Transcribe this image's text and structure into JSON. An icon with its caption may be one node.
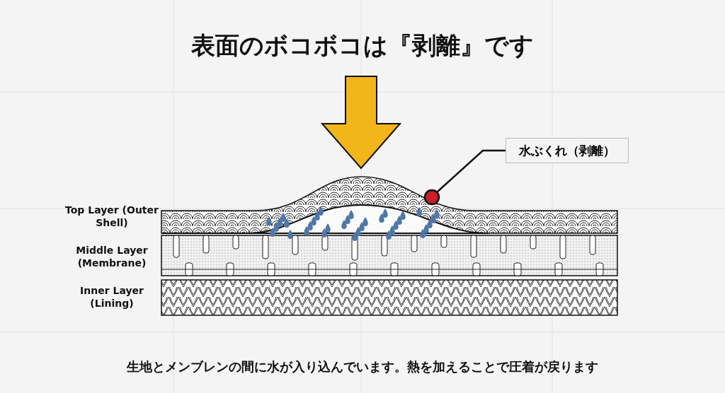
{
  "diagram": {
    "title": "表面のボコボコは『剥離』です",
    "caption": "生地とメンブレンの間に水が入り込んでいます。熱を加えることで圧着が戻ります",
    "nodes": [
      {
        "text": [
          "水ぶくれ（剥離）"
        ]
      },
      {
        "text": [],
        "shape": "circle"
      }
    ],
    "edges": [
      {
        "from": 0,
        "to": 1,
        "arrow": "none"
      }
    ],
    "labels": [
      "Top Layer (Outer Shell)",
      "Middle Layer (Membrane)",
      "Inner Layer (Lining)"
    ]
  }
}
